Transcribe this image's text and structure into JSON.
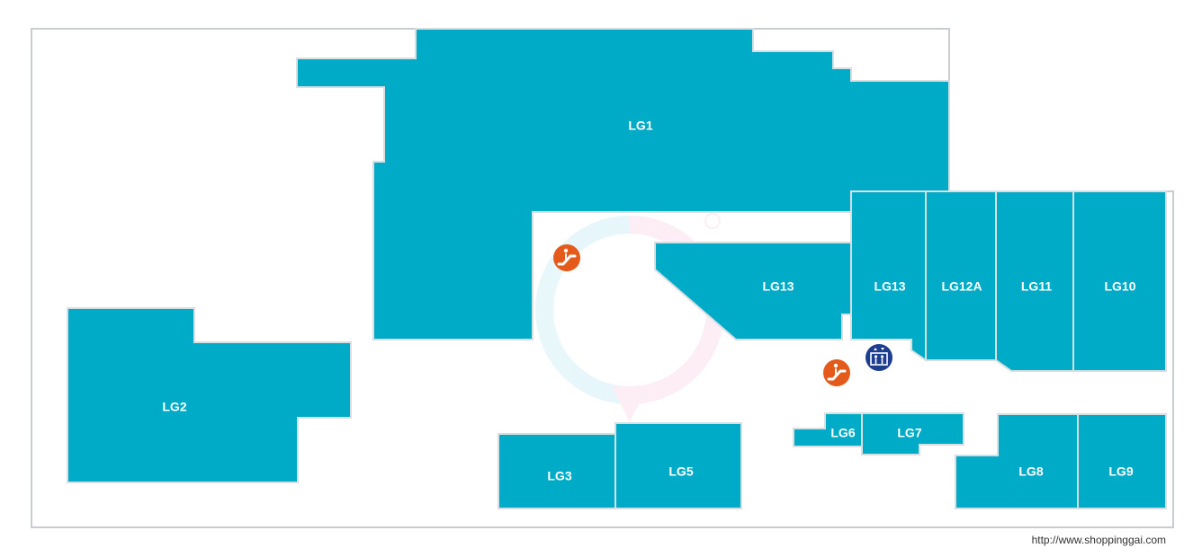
{
  "map": {
    "units": [
      {
        "id": "LG1",
        "label": "LG1"
      },
      {
        "id": "LG2",
        "label": "LG2"
      },
      {
        "id": "LG3",
        "label": "LG3"
      },
      {
        "id": "LG5",
        "label": "LG5"
      },
      {
        "id": "LG6",
        "label": "LG6"
      },
      {
        "id": "LG7",
        "label": "LG7"
      },
      {
        "id": "LG8",
        "label": "LG8"
      },
      {
        "id": "LG9",
        "label": "LG9"
      },
      {
        "id": "LG13a",
        "label": "LG13"
      },
      {
        "id": "LG13b",
        "label": "LG13"
      },
      {
        "id": "LG12A",
        "label": "LG12A"
      },
      {
        "id": "LG11",
        "label": "LG11"
      },
      {
        "id": "LG10",
        "label": "LG10"
      }
    ],
    "icons": {
      "escalator": "escalator-icon",
      "elevator": "elevator-icon"
    },
    "colors": {
      "unit_fill": "#00abc7",
      "escalator": "#e35a1a",
      "elevator": "#1d3d8f"
    }
  },
  "footer": {
    "source_url": "http://www.shoppinggai.com"
  }
}
